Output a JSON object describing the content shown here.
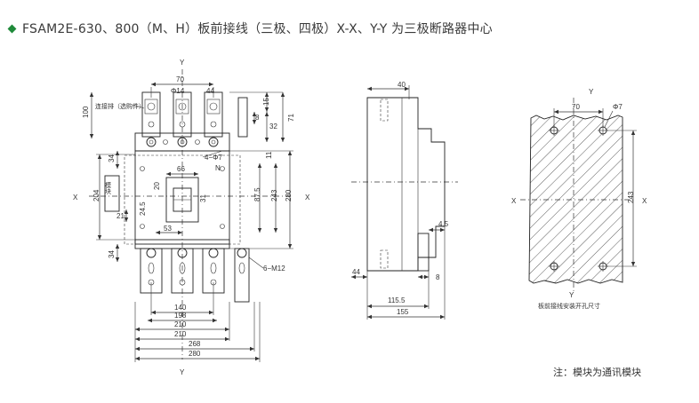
{
  "title": "FSAM2E-630、800（M、H）板前接线（三极、四极）X-X、Y-Y 为三极断路器中心",
  "note": "注：模块为通讯模块",
  "front_view": {
    "axis_y_top": "Y",
    "axis_y_bottom": "Y",
    "axis_x_left": "X",
    "axis_x_right": "X",
    "dims_top": {
      "d70": "70",
      "phi14": "Φ14",
      "d44": "44"
    },
    "dims_left": {
      "d100": "100",
      "d34a": "34",
      "d204": "204",
      "d34b": "34",
      "d21": "21"
    },
    "dims_right": {
      "d15": "15",
      "d71": "71",
      "d8": "8",
      "d32": "32",
      "d11": "11",
      "d87_5": "87.5",
      "d243": "243",
      "d280": "280"
    },
    "dims_center": {
      "d66": "66",
      "d20": "20",
      "d31": "31",
      "d24_5": "24.5",
      "d53": "53"
    },
    "dims_bottom": {
      "d140": "140",
      "d198": "198",
      "d210a": "210",
      "d210b": "210",
      "d268": "268",
      "d280": "280"
    },
    "labels": {
      "terminal_plate": "连接排（选购件）",
      "module": "模块",
      "holes_4": "4−Φ7",
      "n_label": "N",
      "screws": "6−M12"
    }
  },
  "side_view": {
    "dims": {
      "d40": "40",
      "d4_5": "4.5",
      "d44": "44",
      "d8": "8",
      "d115_5": "115.5",
      "d155": "155"
    }
  },
  "panel_view": {
    "axis_y_top": "Y",
    "axis_y_bottom": "Y",
    "axis_x_left": "X",
    "axis_x_right": "X",
    "dims": {
      "d70": "70",
      "phi7": "Φ7",
      "d243": "243"
    },
    "caption": "板前接线安装开孔尺寸"
  }
}
